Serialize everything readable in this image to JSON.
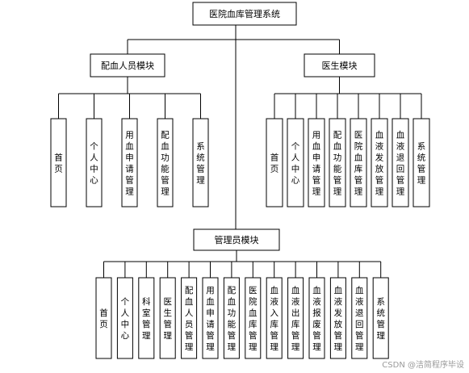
{
  "root": {
    "label": "医院血库管理系统"
  },
  "modules": [
    {
      "label": "配血人员模块",
      "children": [
        "首页",
        "个人中心",
        "用血申请管理",
        "配血功能管理",
        "系统管理"
      ]
    },
    {
      "label": "医生模块",
      "children": [
        "首页",
        "个人中心",
        "用血申请管理",
        "配血功能管理",
        "医院血库管理",
        "血液发放管理",
        "血液退回管理",
        "系统管理"
      ]
    },
    {
      "label": "管理员模块",
      "children": [
        "首页",
        "个人中心",
        "科室管理",
        "医生管理",
        "配血人员管理",
        "用血申请管理",
        "配血功能管理",
        "医院血库管理",
        "血液入库管理",
        "血液出库管理",
        "血液报废管理",
        "血液发放管理",
        "血液退回管理",
        "系统管理"
      ]
    }
  ],
  "watermark": "CSDN @洁简程序毕设"
}
